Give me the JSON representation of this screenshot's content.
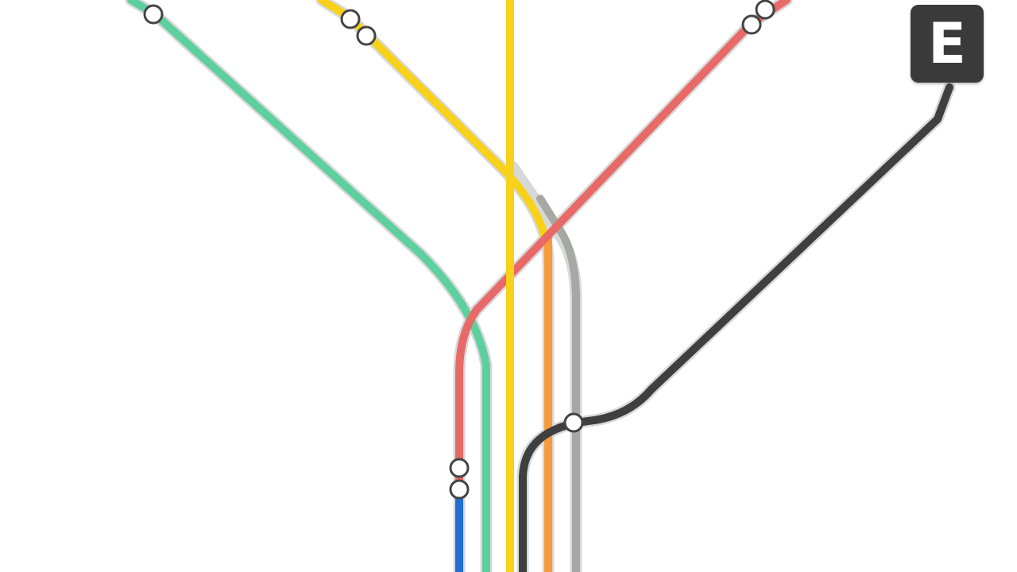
{
  "map": {
    "badge": {
      "label": "E",
      "color": "#3a3a3a"
    },
    "lines": [
      {
        "id": "green",
        "color": "#5ecf9f"
      },
      {
        "id": "yellow",
        "color": "#f7d11a"
      },
      {
        "id": "red",
        "color": "#e86a68"
      },
      {
        "id": "orange",
        "color": "#f79b3f"
      },
      {
        "id": "gray",
        "color": "#a6a8a4"
      },
      {
        "id": "dark",
        "color": "#3f3f3f"
      },
      {
        "id": "blue",
        "color": "#1f6fd1"
      }
    ]
  }
}
